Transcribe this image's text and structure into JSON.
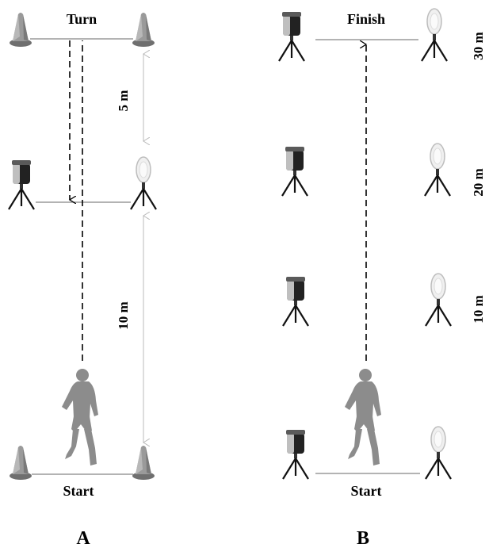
{
  "panel_a": {
    "turn_label": "Turn",
    "start_label": "Start",
    "dist_upper": "5 m",
    "dist_lower": "10 m",
    "panel_letter": "A"
  },
  "panel_b": {
    "finish_label": "Finish",
    "start_label": "Start",
    "split_30": "30 m",
    "split_20": "20 m",
    "split_10": "10 m",
    "panel_letter": "B"
  },
  "colors": {
    "line": "#9a9a9a",
    "cone": "#8f8f8f",
    "runner": "#8c8c8c",
    "dash": "#000000"
  }
}
